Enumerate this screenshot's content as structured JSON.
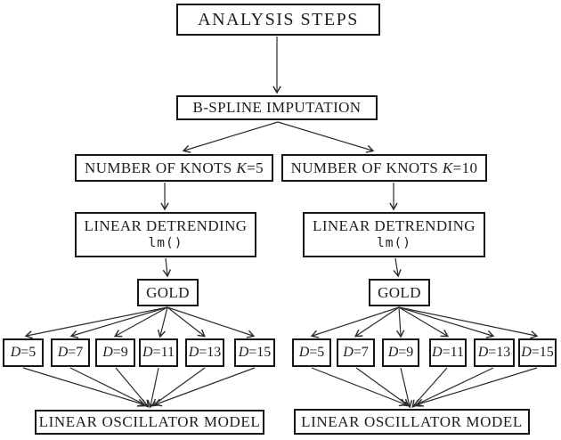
{
  "title": {
    "label": "ANALYSIS STEPS"
  },
  "imputation": {
    "label": "B-SPLINE IMPUTATION"
  },
  "branches": [
    {
      "knots": {
        "prefix": "NUMBER OF KNOTS ",
        "variable": "K",
        "value": "=5"
      },
      "detrending": {
        "title": "LINEAR DETRENDING",
        "code": "lm()"
      },
      "gold": {
        "label": "GOLD"
      },
      "d_options": [
        {
          "variable": "D",
          "value": "=5"
        },
        {
          "variable": "D",
          "value": "=7"
        },
        {
          "variable": "D",
          "value": "=9"
        },
        {
          "variable": "D",
          "value": "=11"
        },
        {
          "variable": "D",
          "value": "=13"
        },
        {
          "variable": "D",
          "value": "=15"
        }
      ],
      "model": {
        "label": "LINEAR OSCILLATOR MODEL"
      }
    },
    {
      "knots": {
        "prefix": "NUMBER OF KNOTS ",
        "variable": "K",
        "value": "=10"
      },
      "detrending": {
        "title": "LINEAR DETRENDING",
        "code": "lm()"
      },
      "gold": {
        "label": "GOLD"
      },
      "d_options": [
        {
          "variable": "D",
          "value": "=5"
        },
        {
          "variable": "D",
          "value": "=7"
        },
        {
          "variable": "D",
          "value": "=9"
        },
        {
          "variable": "D",
          "value": "=11"
        },
        {
          "variable": "D",
          "value": "=13"
        },
        {
          "variable": "D",
          "value": "=15"
        }
      ],
      "model": {
        "label": "LINEAR OSCILLATOR MODEL"
      }
    }
  ],
  "colors": {
    "border": "#161616",
    "text": "#1d1d1d",
    "arrow": "#2b2b2b",
    "background": "#ffffff"
  }
}
